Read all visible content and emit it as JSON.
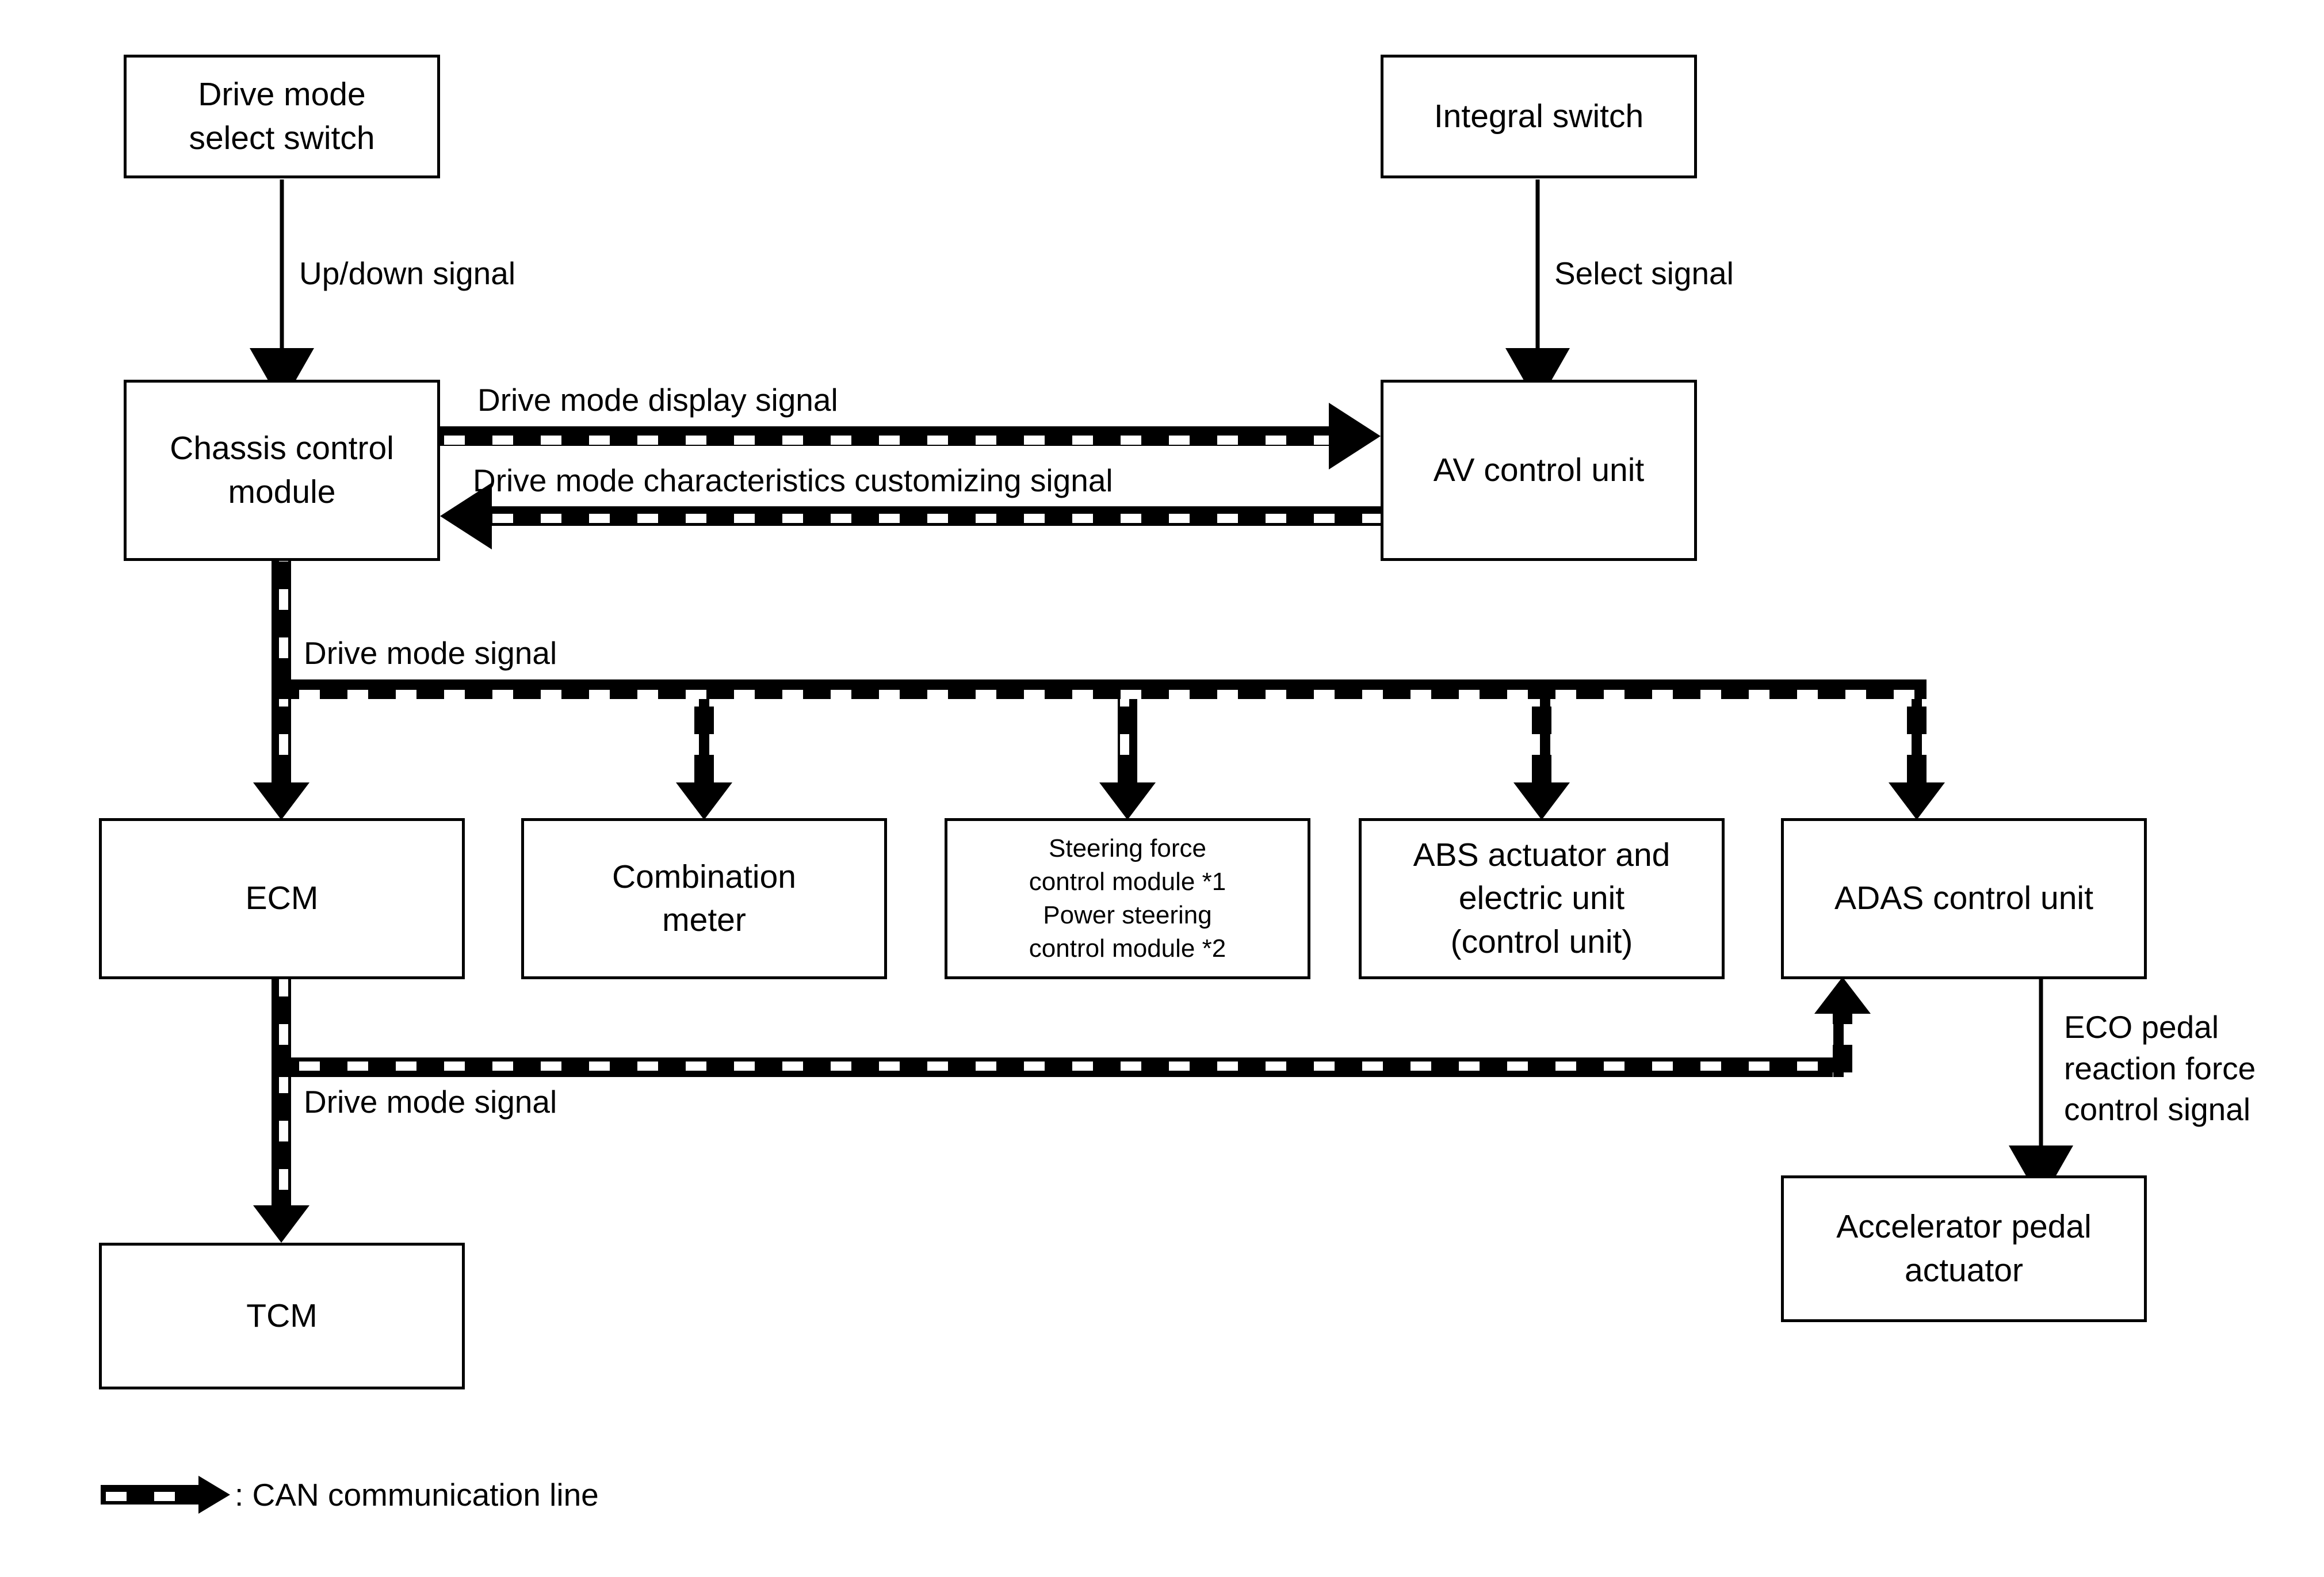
{
  "diagram": {
    "title": "Drive mode system CAN communication block diagram",
    "legend": {
      "text": ": CAN communication line",
      "icon": "can-line-arrow-icon"
    },
    "colors": {
      "line": "#000000",
      "background": "#ffffff",
      "box_border": "#000000"
    },
    "boxes": [
      {
        "id": "drive-mode-select-switch",
        "label": "Drive mode\nselect switch"
      },
      {
        "id": "integral-switch",
        "label": "Integral switch"
      },
      {
        "id": "chassis-control-module",
        "label": "Chassis control\nmodule"
      },
      {
        "id": "av-control-unit",
        "label": "AV control unit"
      },
      {
        "id": "ecm",
        "label": "ECM"
      },
      {
        "id": "combination-meter",
        "label": "Combination\nmeter"
      },
      {
        "id": "steering-force-control-module",
        "label": "Steering force\ncontrol module *1\nPower steering\ncontrol module *2"
      },
      {
        "id": "abs-actuator-and-electric-unit",
        "label": "ABS actuator and\nelectric unit\n(control unit)"
      },
      {
        "id": "adas-control-unit",
        "label": "ADAS control unit"
      },
      {
        "id": "tcm",
        "label": "TCM"
      },
      {
        "id": "accelerator-pedal-actuator",
        "label": "Accelerator pedal\nactuator"
      }
    ],
    "signals": [
      {
        "id": "up-down-signal",
        "label": "Up/down signal",
        "type": "plain",
        "from": "drive-mode-select-switch",
        "to": "chassis-control-module"
      },
      {
        "id": "select-signal",
        "label": "Select signal",
        "type": "plain",
        "from": "integral-switch",
        "to": "av-control-unit"
      },
      {
        "id": "drive-mode-display-signal",
        "label": "Drive mode display signal",
        "type": "can",
        "from": "chassis-control-module",
        "to": "av-control-unit"
      },
      {
        "id": "drive-mode-characteristics-customizing-signal",
        "label": "Drive mode characteristics customizing signal",
        "type": "can",
        "from": "av-control-unit",
        "to": "chassis-control-module"
      },
      {
        "id": "drive-mode-signal-bus",
        "label": "Drive mode signal",
        "type": "can",
        "from": "chassis-control-module",
        "to": "ecm, combination-meter, steering-force-control-module, abs-actuator-and-electric-unit, adas-control-unit"
      },
      {
        "id": "drive-mode-signal-tcm",
        "label": "Drive mode signal",
        "type": "can",
        "from": "ecm",
        "to": "tcm, adas-control-unit"
      },
      {
        "id": "eco-pedal-reaction-force-control-signal",
        "label": "ECO pedal\nreaction force\ncontrol signal",
        "type": "plain",
        "from": "adas-control-unit",
        "to": "accelerator-pedal-actuator"
      }
    ]
  }
}
